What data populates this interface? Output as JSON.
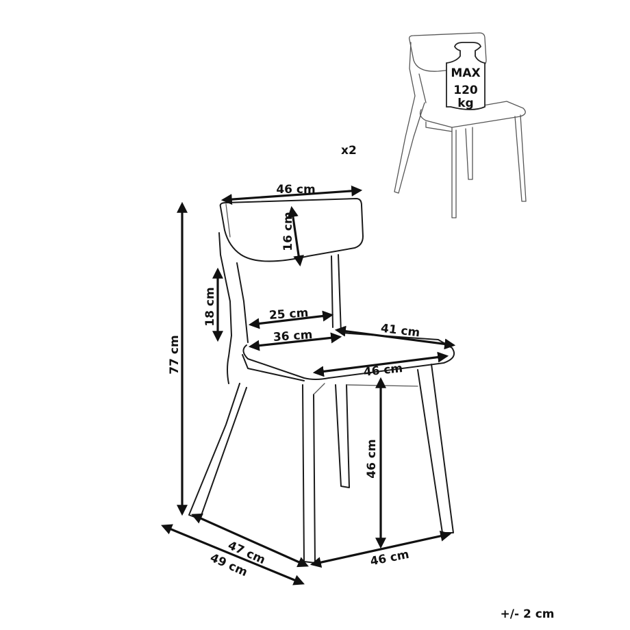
{
  "quantity": "x2",
  "tolerance": "+/- 2 cm",
  "max_load": {
    "line1": "MAX",
    "line2": "120",
    "line3": "kg"
  },
  "dimensions": {
    "backrest_width": "46 cm",
    "backrest_height": "16 cm",
    "backrest_gap_height": "18 cm",
    "backrest_inner_width": "25 cm",
    "seat_back_width": "36 cm",
    "seat_depth": "41 cm",
    "seat_front_width": "46 cm",
    "seat_height": "46 cm",
    "total_height": "77 cm",
    "base_depth": "47 cm",
    "total_depth": "49 cm",
    "base_width": "46 cm"
  }
}
